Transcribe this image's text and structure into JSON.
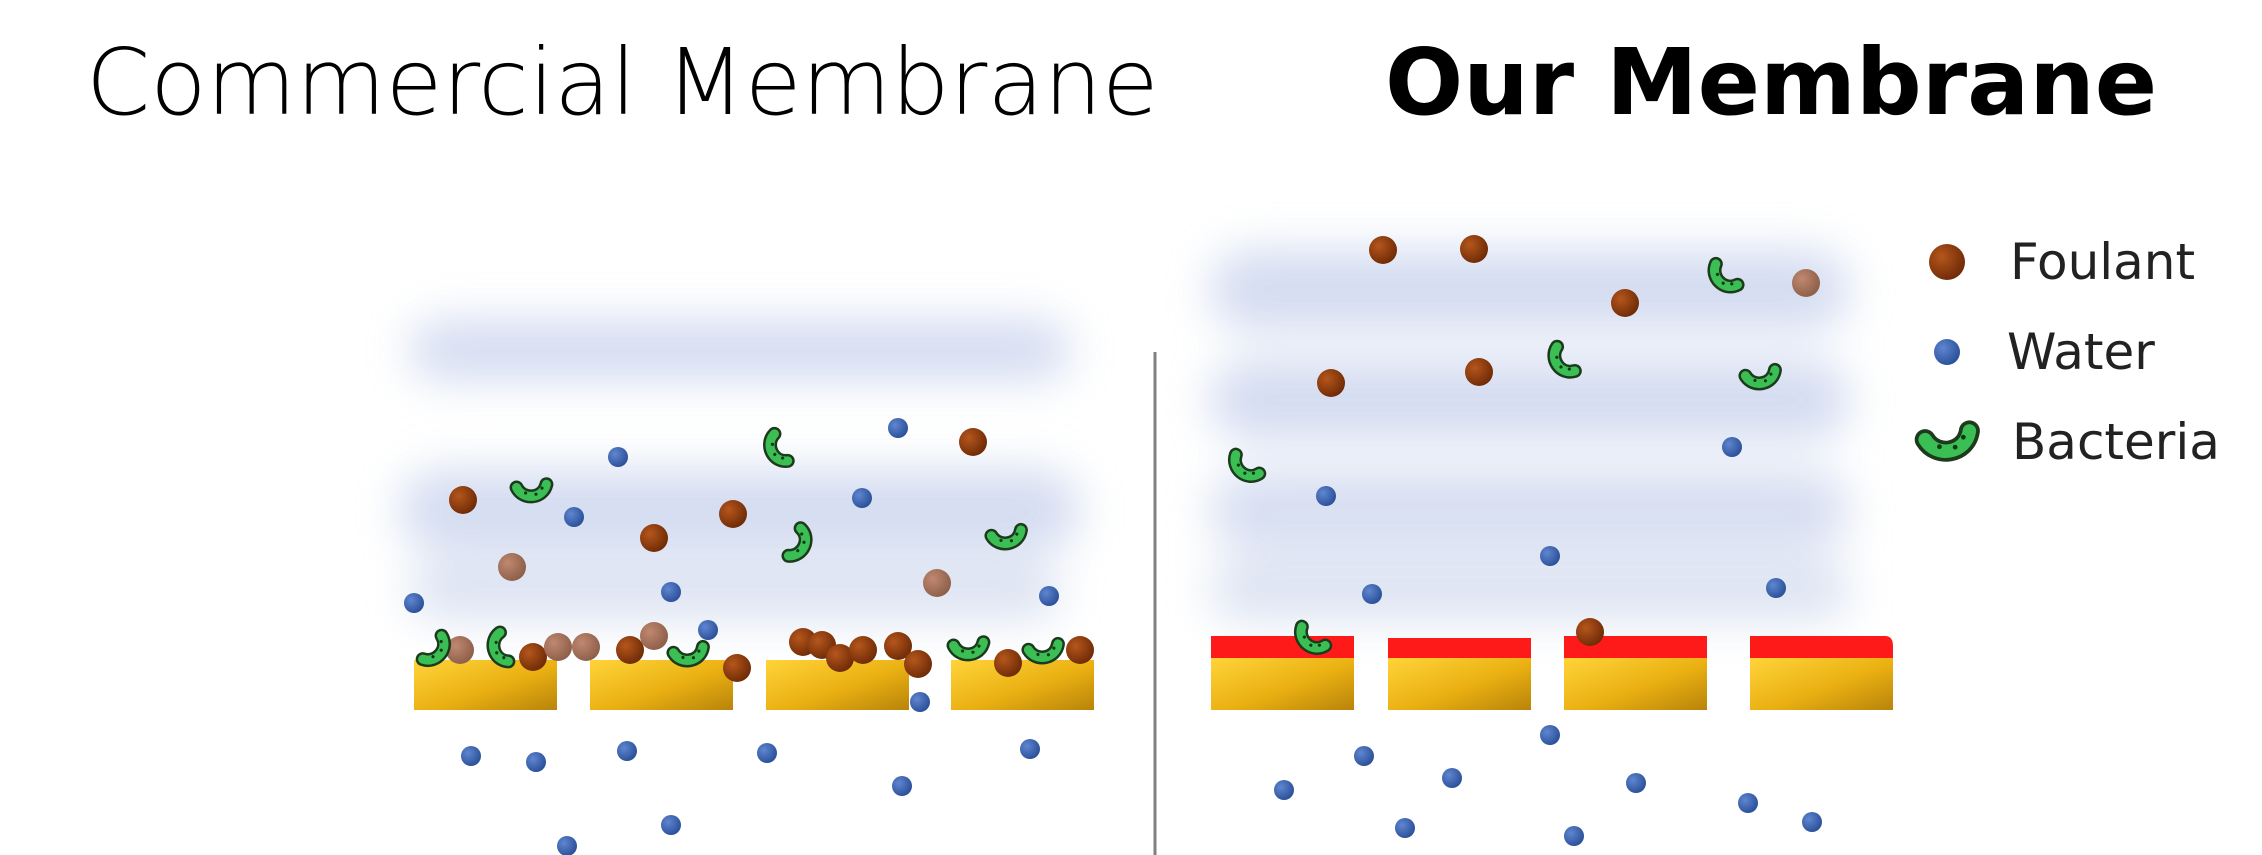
{
  "titles": {
    "left": "Commercial Membrane",
    "right": "Our Membrane"
  },
  "legend": {
    "foulant": "Foulant",
    "water": "Water",
    "bacteria": "Bacteria"
  },
  "colors": {
    "foulant": "#8b3a0e",
    "water": "#3a62b0",
    "bacteria": "#2fae4a",
    "membrane": "#e8b410",
    "coating": "#ff1a1a",
    "divider": "#808080",
    "haze": "#c9d4ec"
  }
}
